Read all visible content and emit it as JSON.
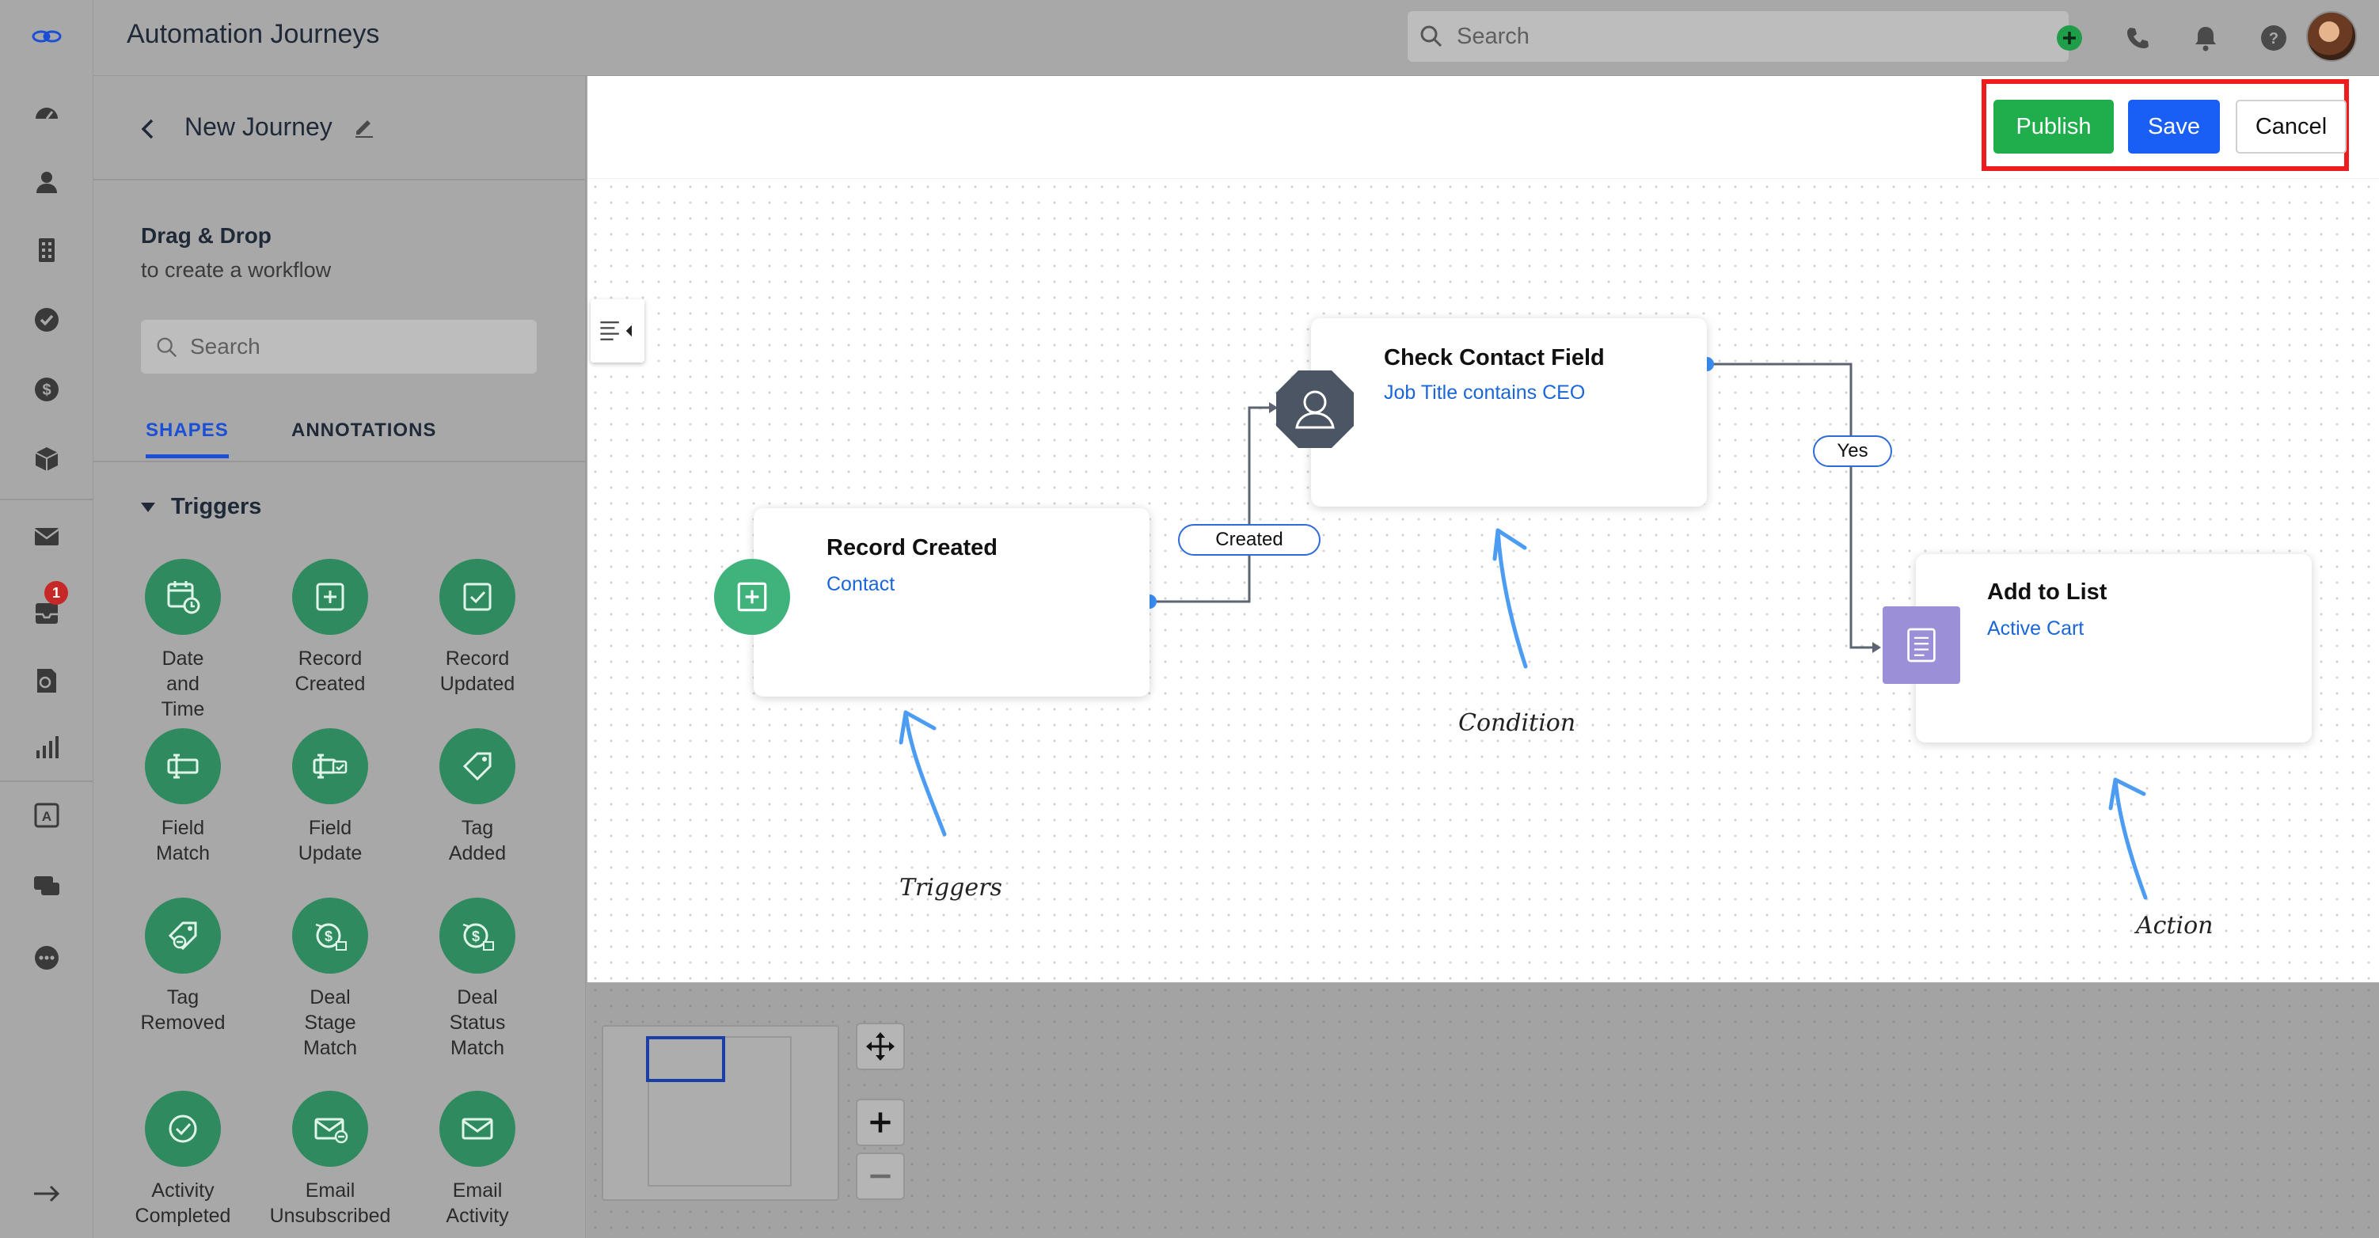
{
  "header": {
    "title": "Automation Journeys",
    "search_placeholder": "Search"
  },
  "rail": {
    "inbox_badge": "1"
  },
  "panel": {
    "journey_name": "New Journey",
    "dd_title": "Drag & Drop",
    "dd_subtitle": "to create a workflow",
    "search_placeholder": "Search",
    "tabs": [
      "SHAPES",
      "ANNOTATIONS"
    ],
    "section": "Triggers",
    "shapes": [
      {
        "label": "Date and Time",
        "icon": "calendar-clock-icon"
      },
      {
        "label": "Record Created",
        "icon": "plus-square-icon"
      },
      {
        "label": "Record Updated",
        "icon": "check-square-icon"
      },
      {
        "label": "Field Match",
        "icon": "field-match-icon"
      },
      {
        "label": "Field Update",
        "icon": "field-update-icon"
      },
      {
        "label": "Tag Added",
        "icon": "tag-icon"
      },
      {
        "label": "Tag Removed",
        "icon": "tag-minus-icon"
      },
      {
        "label": "Deal Stage Match",
        "icon": "deal-stage-icon"
      },
      {
        "label": "Deal Status Match",
        "icon": "deal-status-icon"
      },
      {
        "label": "Activity Completed",
        "icon": "check-circle-icon"
      },
      {
        "label": "Email Unsubscribed",
        "icon": "mail-minus-icon"
      },
      {
        "label": "Email Activity",
        "icon": "mail-icon"
      }
    ]
  },
  "actions": {
    "publish": "Publish",
    "save": "Save",
    "cancel": "Cancel"
  },
  "nodes": {
    "trigger": {
      "title": "Record Created",
      "subtitle": "Contact"
    },
    "condition": {
      "title": "Check Contact Field",
      "subtitle": "Job Title contains CEO"
    },
    "action": {
      "title": "Add to List",
      "subtitle": "Active Cart"
    }
  },
  "edges": {
    "created": "Created",
    "yes": "Yes"
  },
  "annotations": {
    "triggers": "Triggers",
    "condition": "Condition",
    "action": "Action"
  },
  "colors": {
    "publish": "#1fae4b",
    "save": "#1a5ff5",
    "highlight": "#ee1c1c",
    "trigger_node": "#3fb37b",
    "condition_node": "#4b5563",
    "action_node": "#9b8fd8",
    "annotation_arrow": "#4b9cf2"
  }
}
